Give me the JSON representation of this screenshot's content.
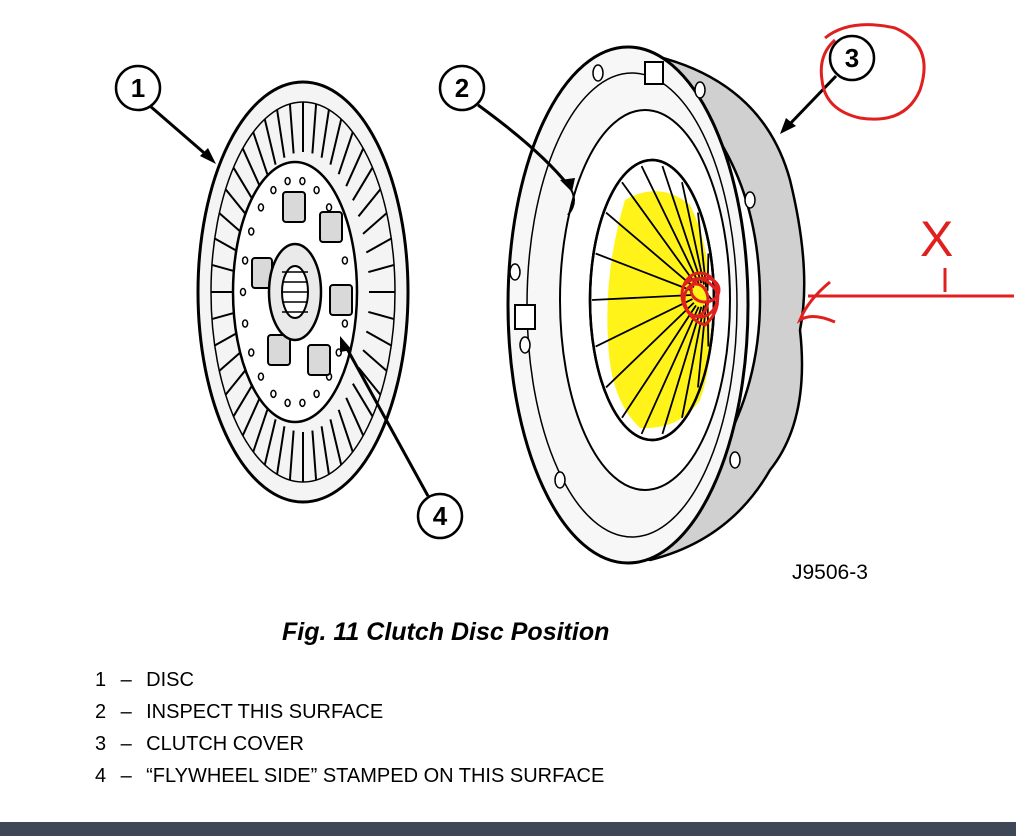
{
  "figure": {
    "caption": "Fig. 11 Clutch Disc Position",
    "drawing_id": "J9506-3"
  },
  "callouts": [
    "1",
    "2",
    "3",
    "4"
  ],
  "legend": [
    {
      "num": "1",
      "text": "DISC"
    },
    {
      "num": "2",
      "text": "INSPECT THIS SURFACE"
    },
    {
      "num": "3",
      "text": "CLUTCH COVER"
    },
    {
      "num": "4",
      "text": "“FLYWHEEL SIDE” STAMPED ON THIS SURFACE"
    }
  ],
  "markup": {
    "x_mark": "X",
    "highlight_color": "#fff200",
    "pen_color": "#e0201f"
  }
}
